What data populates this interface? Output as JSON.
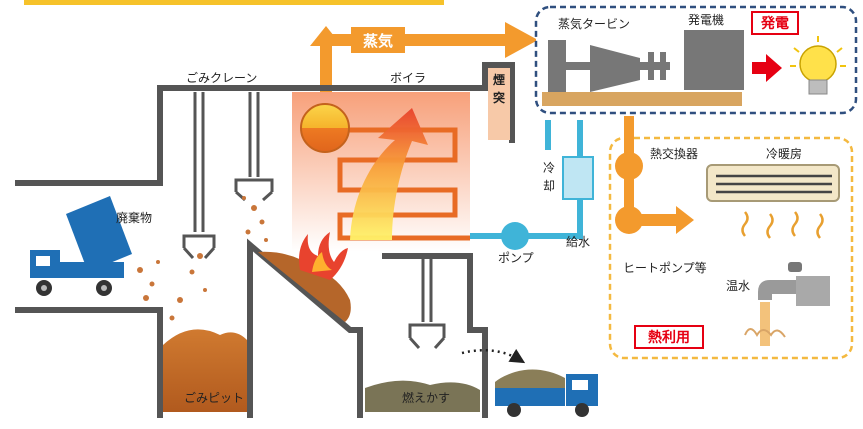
{
  "labels": {
    "steam": "蒸気",
    "crane": "ごみクレーン",
    "boiler": "ボイラ",
    "chimney_1": "煙",
    "chimney_2": "突",
    "turbine": "蒸気タービン",
    "generator": "発電機",
    "power": "発電",
    "cooling_1": "冷",
    "cooling_2": "却",
    "heat_exchanger": "熱交換器",
    "aircon": "冷暖房",
    "waste": "廃棄物",
    "pump": "ポンプ",
    "feed_water": "給水",
    "heat_pump": "ヒートポンプ等",
    "hot_water": "温水",
    "heat_use": "熱利用",
    "pit": "ごみピット",
    "ash": "燃えかす"
  },
  "colors": {
    "wall": "#555555",
    "steam_arrow": "#f39a2d",
    "water": "#3fb4d8",
    "fire": "#e8432e",
    "power_box": "#2f4f7f",
    "heat_box": "#f4b940",
    "label_red": "#e60012",
    "truck": "#1f6fb5"
  }
}
